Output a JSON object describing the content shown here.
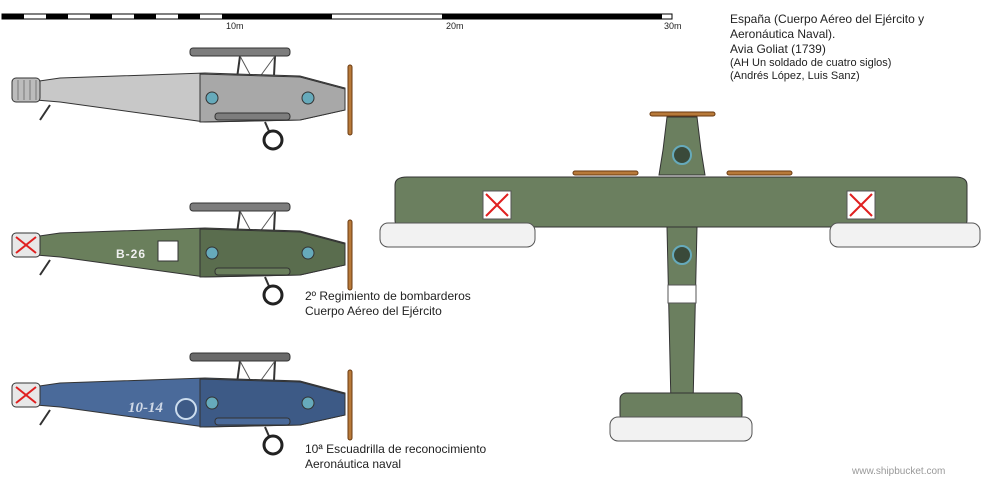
{
  "scale": {
    "ticks": [
      "10m",
      "20m",
      "30m"
    ]
  },
  "header": {
    "line1": "España (Cuerpo Aéreo del Ejército y",
    "line2": "Aeronáutica Naval).",
    "line3": "Avia Goliat (1739)",
    "line4": "(AH Un soldado de cuatro siglos)",
    "line5": "(Andrés López, Luis Sanz)"
  },
  "aircraft": [
    {
      "marking": "",
      "colors": {
        "fuselage": "#c8c8c8",
        "wing": "#7d7d7d"
      }
    },
    {
      "marking": "B-26",
      "colors": {
        "fuselage": "#6a7f5c",
        "wing": "#5a6d4e"
      }
    },
    {
      "marking": "10-14",
      "colors": {
        "fuselage": "#4a6a9a",
        "wing": "#6a6a6a"
      }
    }
  ],
  "captions": {
    "unit2_line1": "2º Regimiento de bombarderos",
    "unit2_line2": "Cuerpo Aéreo del Ejército",
    "unit3_line1": "10ª Escuadrilla de reconocimiento",
    "unit3_line2": "Aeronáutica naval"
  },
  "credit": "www.shipbucket.com",
  "colors": {
    "army_green": "#6b7f5f",
    "roundel_red": "#e02020",
    "navy_blue": "#4a6a9a"
  }
}
